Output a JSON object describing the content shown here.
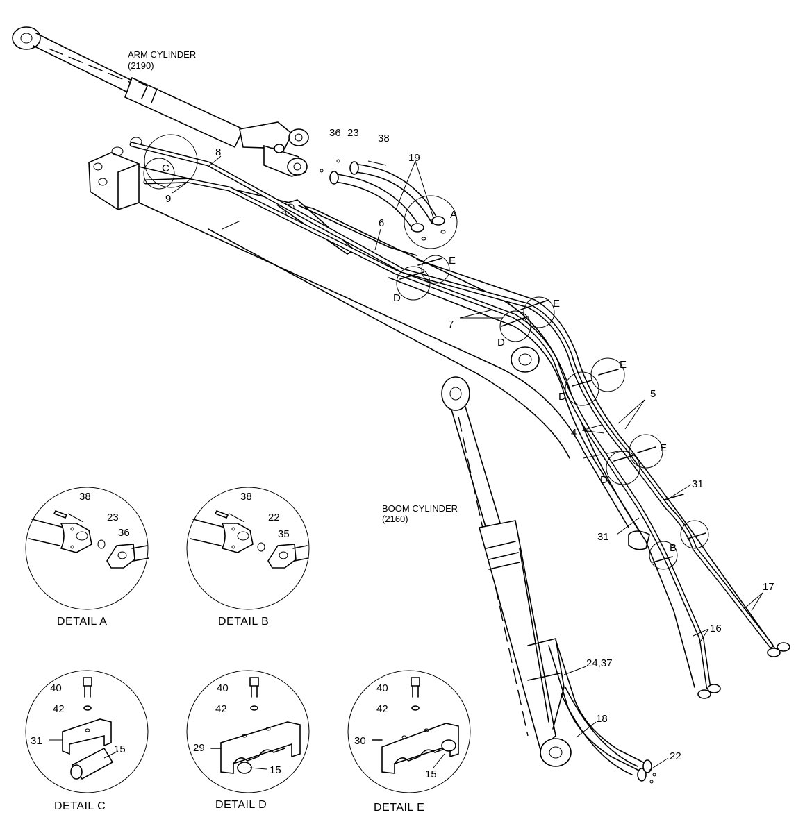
{
  "components": {
    "arm_cylinder": {
      "name": "ARM CYLINDER",
      "code": "(2190)"
    },
    "boom_cylinder": {
      "name": "BOOM CYLINDER",
      "code": "(2160)"
    }
  },
  "callouts": {
    "n36_top": "36",
    "n23_top": "23",
    "n38_top": "38",
    "n19": "19",
    "n8": "8",
    "n9": "9",
    "n6": "6",
    "n7": "7",
    "n5": "5",
    "n4": "4",
    "n31a": "31",
    "n31b": "31",
    "n17": "17",
    "n16": "16",
    "n24_37": "24,37",
    "n18": "18",
    "n22": "22"
  },
  "detail_letters": {
    "A": "A",
    "B": "B",
    "C": "C",
    "D1": "D",
    "D2": "D",
    "D3": "D",
    "D4": "D",
    "E1": "E",
    "E2": "E",
    "E3": "E",
    "E4": "E"
  },
  "details": {
    "a": {
      "caption": "DETAIL A",
      "labels": {
        "bolt": "38",
        "flange": "23",
        "oring": "36"
      }
    },
    "b": {
      "caption": "DETAIL B",
      "labels": {
        "bolt": "38",
        "flange": "22",
        "oring": "35"
      }
    },
    "c": {
      "caption": "DETAIL C",
      "labels": {
        "bolt": "40",
        "washer": "42",
        "clamp": "31",
        "tube": "15"
      }
    },
    "d": {
      "caption": "DETAIL D",
      "labels": {
        "bolt": "40",
        "washer": "42",
        "clamp": "29",
        "tube": "15"
      }
    },
    "e": {
      "caption": "DETAIL E",
      "labels": {
        "bolt": "40",
        "washer": "42",
        "clamp": "30",
        "tube": "15"
      }
    }
  }
}
